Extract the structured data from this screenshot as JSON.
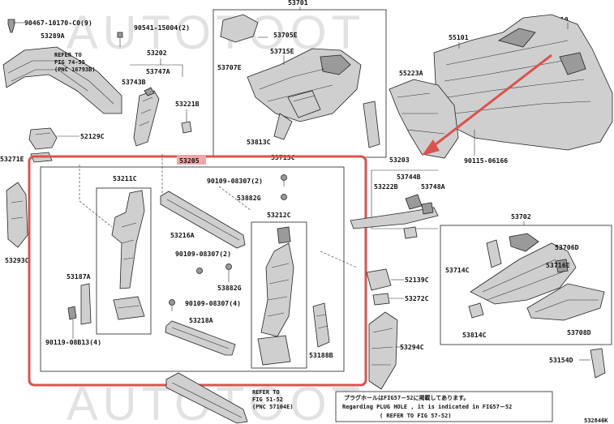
{
  "watermark": "AUTOTOOT",
  "labels": {
    "p90467": "90467-10170-C0(9)",
    "p53289A": "53289A",
    "ref1_l1": "REFER TO",
    "ref1_l2": "FIG 74-55",
    "ref1_l3": "(PNC 16793B)",
    "p90541": "90541-15004(2)",
    "p53202": "53202",
    "p53747A": "53747A",
    "p53743B": "53743B",
    "p53221B": "53221B",
    "p52129C": "52129C",
    "p53271E": "53271E",
    "p53701": "53701",
    "p53705E": "53705E",
    "p53715E": "53715E",
    "p53707E": "53707E",
    "p53813C_top": "53813C",
    "p53713C": "53713C",
    "p55210": "55210",
    "p55101": "55101",
    "p55223A": "55223A",
    "p90115": "90115-06166",
    "p53203": "53203",
    "p53744B": "53744B",
    "p53222B": "53222B",
    "p53748A": "53748A",
    "p53205": "53205",
    "p53211C": "53211C",
    "p90109_a": "90109-08307(2)",
    "p53882G_a": "53882G",
    "p53216A": "53216A",
    "p53212C": "53212C",
    "p90109_b": "90109-08307(2)",
    "p53882G_b": "53882G",
    "p90109_c": "90109-08307(4)",
    "p53187A": "53187A",
    "p53218A": "53218A",
    "p90119": "90119-08B13(4)",
    "p53188B": "53188B",
    "p53293C": "53293C",
    "p52139C": "52139C",
    "p53272C": "53272C",
    "p53294C": "53294C",
    "p53702": "53702",
    "p53706D": "53706D",
    "p53714C": "53714C",
    "p53716E": "53716E",
    "p53814C": "53814C",
    "p53708D": "53708D",
    "p53154D": "53154D",
    "ref2_l1": "REFER TO",
    "ref2_l2": "FIG 51-52",
    "ref2_l3": "(PNC 57104E)",
    "note_l1": "プラグホールはFIG57－52に掲載してあります。",
    "note_l2": "Regarding  PLUG HOLE , it is indicated in FIG57－52",
    "note_l3": "(  REFER TO FIG 57-52)",
    "corner_code": "532846K"
  },
  "colors": {
    "highlight_box": "#d9534f",
    "arrow": "#d9534f",
    "label_highlight": "#f4a6a6",
    "watermark": "#e2e2e2"
  }
}
